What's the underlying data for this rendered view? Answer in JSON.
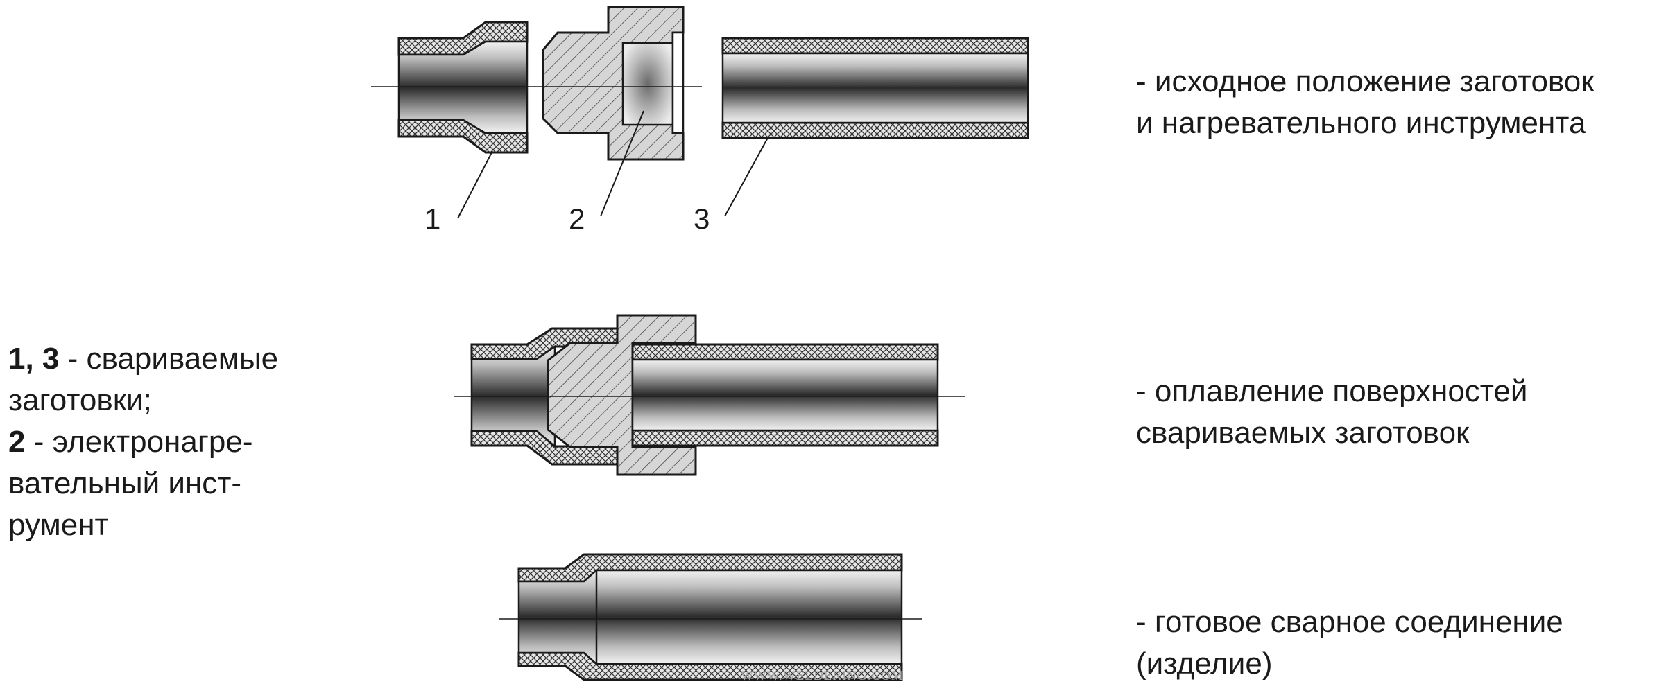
{
  "callouts": [
    "1",
    "2",
    "3"
  ],
  "stages": [
    {
      "line1": "- исходное положение заготовок",
      "line2": "и нагревательного инструмента"
    },
    {
      "line1": "- оплавление поверхностей",
      "line2": "свариваемых заготовок"
    },
    {
      "line1": "- готовое сварное соединение",
      "line2": "(изделие)"
    }
  ],
  "legend": {
    "part13_label": "1, 3",
    "part13_text_a": " - свариваемые",
    "part13_text_b": "заготовки;",
    "part2_label": "2",
    "part2_text_a": " - электронагре-",
    "part2_text_b": "вательный инст-",
    "part2_text_c": "румент"
  },
  "watermark": "WWW.WELDERING.COM",
  "colors": {
    "outline": "#1a1a1a",
    "hatch": "#333333",
    "wall_fill": "#e6e6e6",
    "tool_fill": "#d6d6d6"
  }
}
